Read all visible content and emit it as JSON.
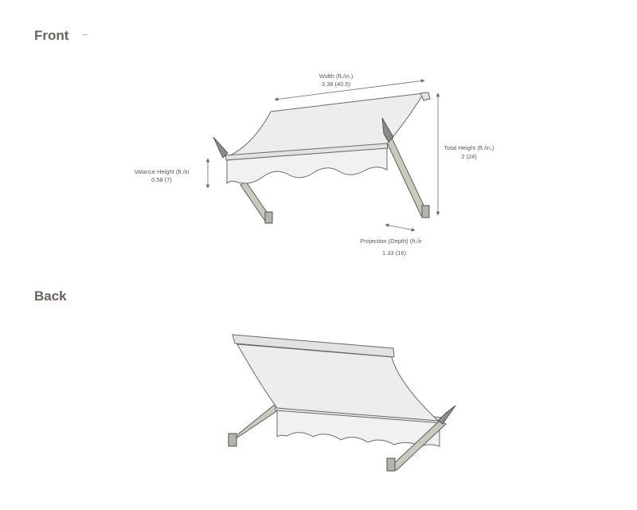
{
  "sections": {
    "front": {
      "title": "Front"
    },
    "back": {
      "title": "Back"
    }
  },
  "dimensions": {
    "width": {
      "label": "Width (ft./in.)",
      "value": "3.38 (40.5)"
    },
    "total_height": {
      "label": "Total Height (ft./in.)",
      "value": "2 (24)"
    },
    "valance_height": {
      "label": "Valance Height (ft./in",
      "value": "0.58 (7)"
    },
    "projection": {
      "label": "Projection (Depth) (ft./ir",
      "value": "1.33 (16)"
    }
  },
  "colors": {
    "title": "#6b625e",
    "fabric": "#ededed",
    "arms": "#c9c9bd",
    "outline": "#6a6a6a"
  }
}
